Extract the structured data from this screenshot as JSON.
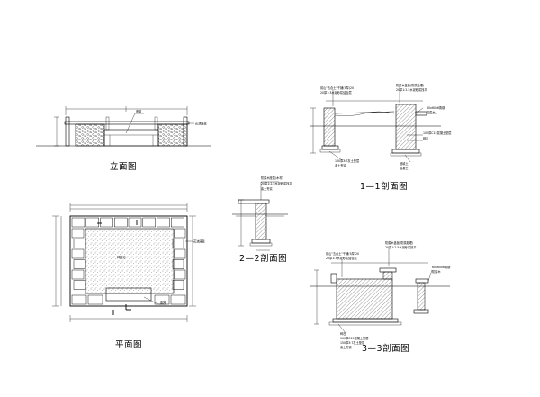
{
  "drawing": {
    "views": {
      "elevation": {
        "title": "立面图",
        "notes": [
          "花池座凳",
          "座凳"
        ]
      },
      "plan": {
        "title": "平面图",
        "notes": [
          "种植池",
          "花池座凳",
          "座凳"
        ]
      },
      "section_1_1": {
        "title": "1—1剖面图",
        "notes": [
          "前山\"五合土\"干铺(5厚)20",
          "20厚1:3水泥砂浆结合层",
          "防腐木盖板(防腐处理)",
          "20厚1:2.5水泥砂浆找平",
          "60x60x6角钢",
          "防腐木",
          "100厚C15混凝土垫层",
          "碎石",
          "150厚3:7灰土垫层",
          "素土夯实",
          "回填土",
          "混凝土"
        ]
      },
      "section_2_2": {
        "title": "2—2剖面图",
        "notes": [
          "防腐木座凳(木材)",
          "20厚1:2.5水泥砂浆找平",
          "素土夯实"
        ]
      },
      "section_3_3": {
        "title": "3—3剖面图",
        "notes": [
          "前山\"五合土\"干铺(5厚)20",
          "20厚1:3水泥砂浆结合层",
          "防腐木盖板(防腐处理)",
          "20厚1:2.5水泥砂浆找平",
          "60x60x6角钢",
          "防腐木",
          "碎石",
          "100厚C15混凝土垫层",
          "150厚3:7灰土垫层",
          "素土夯实"
        ]
      }
    }
  }
}
